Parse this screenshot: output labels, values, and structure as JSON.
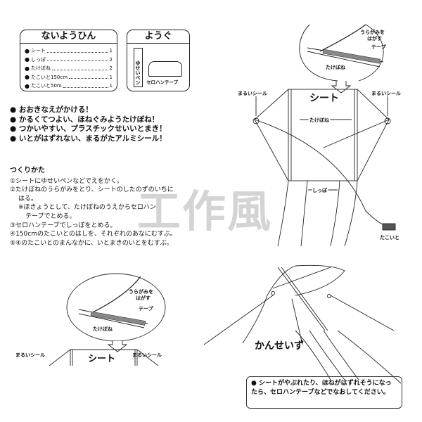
{
  "contents": {
    "title": "ないようひん",
    "items": [
      {
        "name": "シート",
        "qty": "1"
      },
      {
        "name": "しっぽ",
        "qty": "2"
      },
      {
        "name": "たけぼね",
        "qty": "2"
      },
      {
        "name": "たこいと150cm",
        "qty": "1"
      },
      {
        "name": "たこいと50m",
        "qty": "1"
      }
    ]
  },
  "tools": {
    "title": "ようぐ",
    "pen": "ゆせいペン",
    "tape": "セロハンテープ"
  },
  "features": [
    "おおきなえがかける！",
    "かるくてつよい、ほねぐみようたけぼね！",
    "つかいやすい、プラスチックせいいとまき！",
    "いとがはずれない、まるがたアルミシール！"
  ],
  "steps": {
    "title": "つくりかた",
    "items": [
      "①シートにゆせいペンなどでえをかく。",
      "②たけぼねのうらがみをとり、シートのしたのずのいちに",
      "はる。",
      "※ほきょうとして、たけぼねのうえからセロハン",
      "テープでとめる。",
      "③セロハンテープでしっぽをとめる。",
      "④150cmのたこいとのはしを、それぞれのあなにむすぶ。",
      "⑤④のたこいとのまんなかに、いとまきのいとをむすぶ。"
    ]
  },
  "watermark": "工作風",
  "diagram": {
    "peel": "うらがみを",
    "peel2": "はがす",
    "tape": "テープ",
    "spar": "たけぼね",
    "sheet": "シート",
    "seal": "まるいシール",
    "tail": "しっぽ",
    "line": "たこいと",
    "done": "かんせいず"
  },
  "note": "シートがやぶれたり、ほねがはずれそうになったら、セロハンテープなどでなおしてください。"
}
